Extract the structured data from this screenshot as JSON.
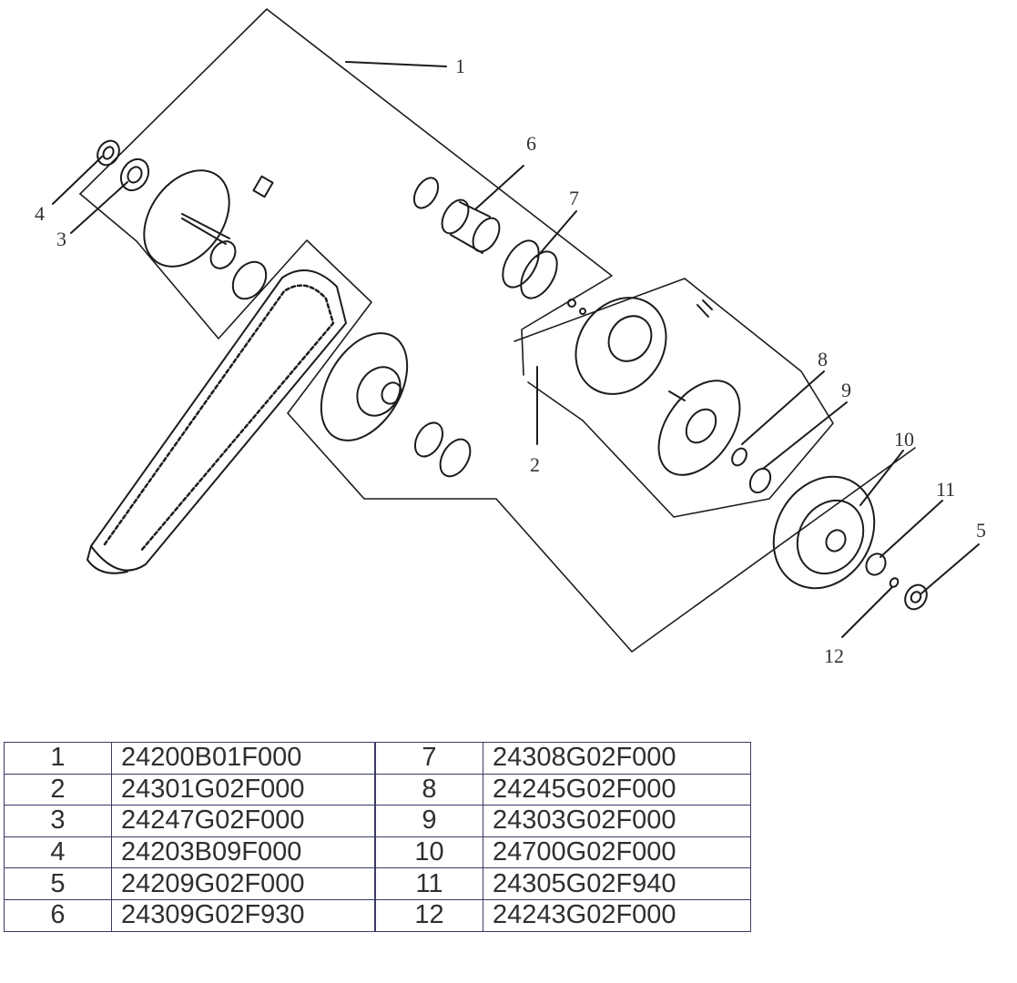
{
  "callouts": [
    "1",
    "2",
    "3",
    "4",
    "5",
    "6",
    "7",
    "8",
    "9",
    "10",
    "11",
    "12"
  ],
  "parts_table": {
    "rows": [
      {
        "left_no": "1",
        "left_code": "24200B01F000",
        "right_no": "7",
        "right_code": "24308G02F000"
      },
      {
        "left_no": "2",
        "left_code": "24301G02F000",
        "right_no": "8",
        "right_code": "24245G02F000"
      },
      {
        "left_no": "3",
        "left_code": "24247G02F000",
        "right_no": "9",
        "right_code": "24303G02F000"
      },
      {
        "left_no": "4",
        "left_code": "24203B09F000",
        "right_no": "10",
        "right_code": "24700G02F000"
      },
      {
        "left_no": "5",
        "left_code": "24209G02F000",
        "right_no": "11",
        "right_code": "24305G02F940"
      },
      {
        "left_no": "6",
        "left_code": "24309G02F930",
        "right_no": "12",
        "right_code": "24243G02F000"
      }
    ]
  }
}
